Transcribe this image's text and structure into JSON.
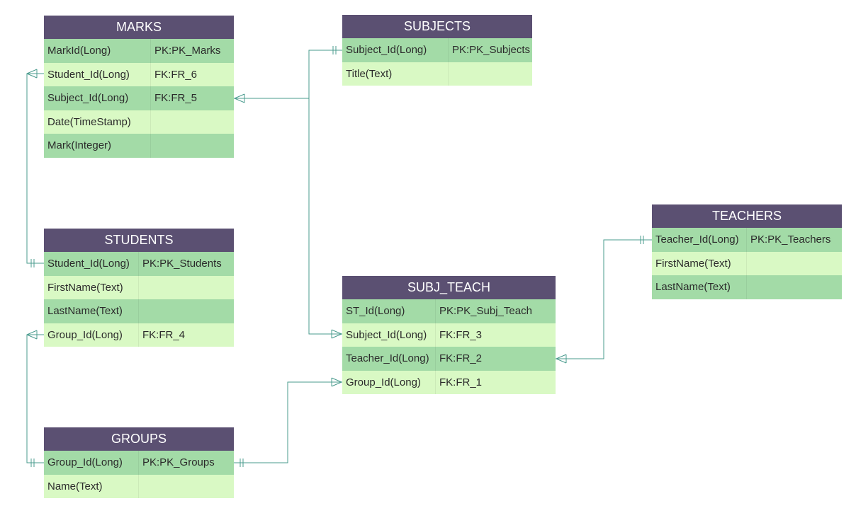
{
  "entities": [
    {
      "id": "marks",
      "title": "MARKS",
      "fields": [
        {
          "name": "MarkId(Long)",
          "key": "PK:PK_Marks"
        },
        {
          "name": "Student_Id(Long)",
          "key": "FK:FR_6"
        },
        {
          "name": "Subject_Id(Long)",
          "key": "FK:FR_5"
        },
        {
          "name": "Date(TimeStamp)",
          "key": ""
        },
        {
          "name": "Mark(Integer)",
          "key": ""
        }
      ]
    },
    {
      "id": "subjects",
      "title": "SUBJECTS",
      "fields": [
        {
          "name": "Subject_Id(Long)",
          "key": "PK:PK_Subjects"
        },
        {
          "name": "Title(Text)",
          "key": ""
        }
      ]
    },
    {
      "id": "students",
      "title": "STUDENTS",
      "fields": [
        {
          "name": "Student_Id(Long)",
          "key": "PK:PK_Students"
        },
        {
          "name": "FirstName(Text)",
          "key": ""
        },
        {
          "name": "LastName(Text)",
          "key": ""
        },
        {
          "name": "Group_Id(Long)",
          "key": "FK:FR_4"
        }
      ]
    },
    {
      "id": "teachers",
      "title": "TEACHERS",
      "fields": [
        {
          "name": "Teacher_Id(Long)",
          "key": "PK:PK_Teachers"
        },
        {
          "name": "FirstName(Text)",
          "key": ""
        },
        {
          "name": "LastName(Text)",
          "key": ""
        }
      ]
    },
    {
      "id": "subj_teach",
      "title": "SUBJ_TEACH",
      "fields": [
        {
          "name": "ST_Id(Long)",
          "key": "PK:PK_Subj_Teach"
        },
        {
          "name": "Subject_Id(Long)",
          "key": "FK:FR_3"
        },
        {
          "name": "Teacher_Id(Long)",
          "key": "FK:FR_2"
        },
        {
          "name": "Group_Id(Long)",
          "key": "FK:FR_1"
        }
      ]
    },
    {
      "id": "groups",
      "title": "GROUPS",
      "fields": [
        {
          "name": "Group_Id(Long)",
          "key": "PK:PK_Groups"
        },
        {
          "name": "Name(Text)",
          "key": ""
        }
      ]
    }
  ],
  "relationships": [
    {
      "from": "marks.Student_Id",
      "to": "students.Student_Id",
      "cardinality": "many-to-one"
    },
    {
      "from": "marks.Subject_Id",
      "to": "subjects.Subject_Id",
      "cardinality": "many-to-one"
    },
    {
      "from": "subj_teach.Subject_Id",
      "to": "subjects.Subject_Id",
      "cardinality": "many-to-one"
    },
    {
      "from": "students.Group_Id",
      "to": "groups.Group_Id",
      "cardinality": "many-to-one"
    },
    {
      "from": "subj_teach.Group_Id",
      "to": "groups.Group_Id",
      "cardinality": "many-to-one"
    },
    {
      "from": "subj_teach.Teacher_Id",
      "to": "teachers.Teacher_Id",
      "cardinality": "many-to-one"
    }
  ],
  "colors": {
    "header": "#5b5072",
    "row_dark": "#a3dba7",
    "row_light": "#d9f9c4",
    "line": "#4a9b8e"
  }
}
